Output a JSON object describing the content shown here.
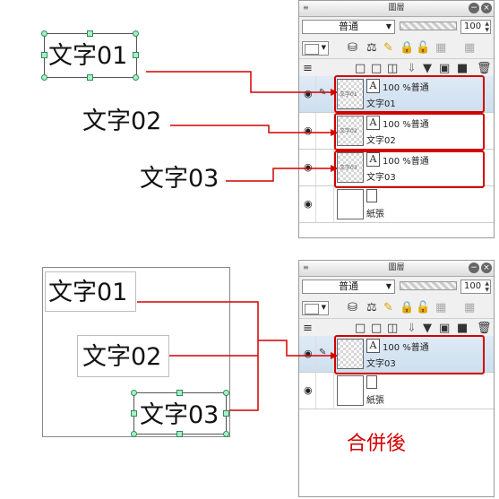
{
  "top_canvas": {
    "texts": [
      "文字01",
      "文字02",
      "文字03"
    ]
  },
  "bottom_canvas": {
    "texts": [
      "文字01",
      "文字02",
      "文字03"
    ],
    "caption": "合併後"
  },
  "layer_panel_top": {
    "title": "圖層",
    "blend_mode": "普通",
    "opacity": "100",
    "layers": [
      {
        "thumb_text": "文字01",
        "props": "100 %普通",
        "name": "文字01",
        "selected": true
      },
      {
        "thumb_text": "文字02",
        "props": "100 %普通",
        "name": "文字02",
        "selected": false
      },
      {
        "thumb_text": "文字03",
        "props": "100 %普通",
        "name": "文字03",
        "selected": false
      },
      {
        "thumb_text": "",
        "props": "",
        "name": "紙張",
        "selected": false
      }
    ]
  },
  "layer_panel_bottom": {
    "title": "圖層",
    "blend_mode": "普通",
    "opacity": "100",
    "layers": [
      {
        "thumb_text": "",
        "props": "100 %普通",
        "name": "文字03",
        "selected": true
      },
      {
        "thumb_text": "",
        "props": "",
        "name": "紙張",
        "selected": false
      }
    ]
  },
  "colors": {
    "highlight_red": "#d40000",
    "selected_layer_bg": "#cddff0",
    "handle_fill": "#a8f0c8"
  },
  "icons": [
    "eye-icon",
    "pen-icon",
    "text-layer-icon",
    "paper-layer-icon",
    "lock-icon",
    "trash-icon",
    "new-layer-icon",
    "layers-icon"
  ]
}
